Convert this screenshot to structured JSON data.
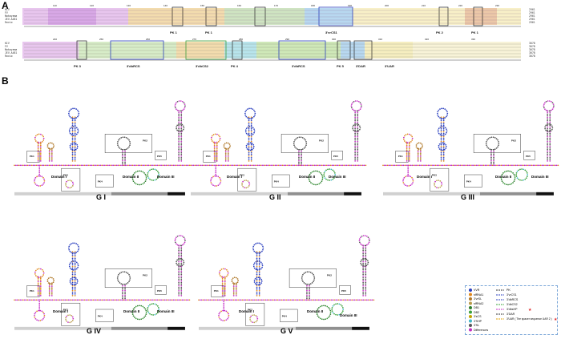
{
  "panel_a": {
    "label": "A",
    "row_names": [
      "KIV",
      "FV",
      "Nakayama",
      "JEV-A481",
      "Rocio"
    ],
    "row_ends_top": [
      "2961",
      "2961",
      "2961",
      "2961",
      "2961"
    ],
    "row_ends_bottom": [
      "3078",
      "3078",
      "3078",
      "3078",
      "3078"
    ],
    "ruler_top": [
      "110",
      "120",
      "130",
      "140",
      "150",
      "160",
      "170",
      "180",
      "190",
      "200",
      "210",
      "220",
      "230"
    ],
    "ruler_bottom": [
      "240",
      "250",
      "260",
      "270",
      "280",
      "290",
      "300",
      "310",
      "320",
      "330"
    ],
    "regions_top": [
      "PK 1",
      "PK 1",
      "3'vrCS1",
      "PK 2",
      "PK 1"
    ],
    "regions_bottom": [
      "PK 3",
      "3'dbRCS",
      "3'dbCS2",
      "PK 4",
      "3'dbRCS",
      "PK 5",
      "3'DAR",
      "3'UAR"
    ]
  },
  "panel_b": {
    "label": "B",
    "genotypes": [
      "G I",
      "G II",
      "G III",
      "G IV",
      "G V"
    ],
    "domains": [
      "Domain I",
      "Domain II",
      "Domain III"
    ],
    "pk_labels": [
      "PK1",
      "PK2",
      "PK3",
      "PK4",
      "PK5"
    ]
  },
  "legend": {
    "left": [
      {
        "name": "VVR",
        "color": "#2a3fbf"
      },
      {
        "name": "sfRNA1",
        "color": "#e08a1e"
      },
      {
        "name": "3'vrSL",
        "color": "#b0792a"
      },
      {
        "name": "sfRNA2",
        "color": "#b89a4a"
      },
      {
        "name": "DB1",
        "color": "#2d7f2d"
      },
      {
        "name": "DB2",
        "color": "#3aa03a"
      },
      {
        "name": "3'sCS",
        "color": "#c2a400"
      },
      {
        "name": "3'SHP",
        "color": "#3fb7c9"
      },
      {
        "name": "3'SL",
        "color": "#555555"
      },
      {
        "name": "Differences",
        "color": "#c42dc4"
      }
    ],
    "right": [
      {
        "name": "PK",
        "color": "#333333"
      },
      {
        "name": "3'vrCS1",
        "color": "#2a3fbf"
      },
      {
        "name": "3'dbRCS",
        "color": "#2a3fbf"
      },
      {
        "name": "3'dbCS2",
        "color": "#3aa03a"
      },
      {
        "name": "3'dbsHP",
        "color": "#c42dc4"
      },
      {
        "name": "3'DAR",
        "color": "#333333"
      },
      {
        "name": "3'UAR ( The spacer sequence UAR 2 )",
        "color": "#e0a000"
      }
    ]
  }
}
